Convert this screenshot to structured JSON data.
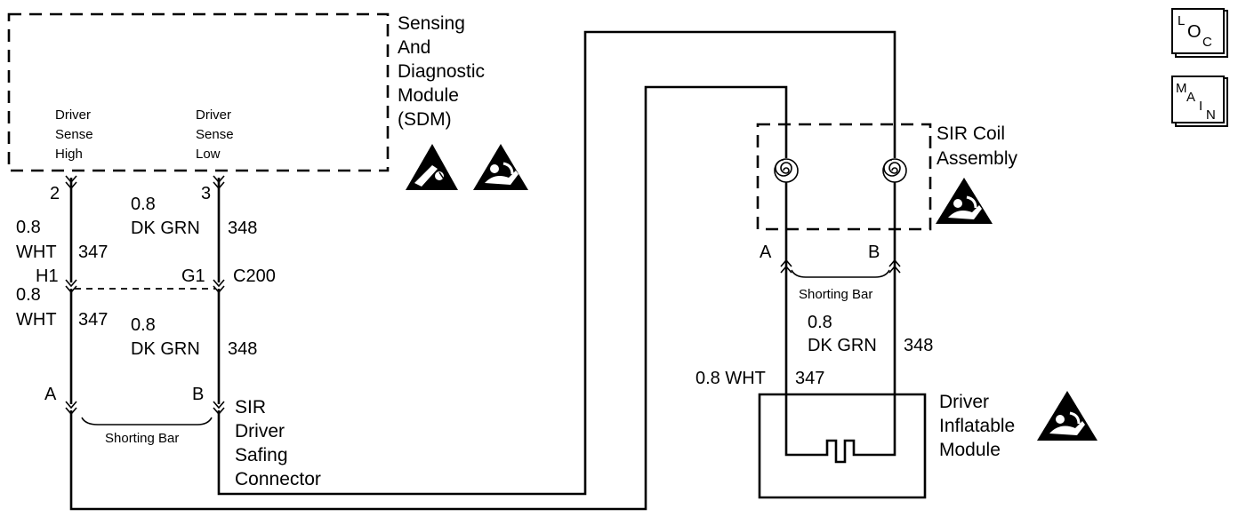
{
  "sdm": {
    "title_lines": [
      "Sensing",
      "And",
      "Diagnostic",
      "Module",
      "(SDM)"
    ],
    "driver_sense_high_lines": [
      "Driver",
      "Sense",
      "High"
    ],
    "driver_sense_low_lines": [
      "Driver",
      "Sense",
      "Low"
    ],
    "pin_high": "2",
    "pin_low": "3"
  },
  "wires": {
    "wht_gauge": "0.8",
    "wht_color": "WHT",
    "wht_circuit": "347",
    "grn_gauge": "0.8",
    "grn_color": "DK GRN",
    "grn_circuit": "348",
    "wht_full": "0.8 WHT"
  },
  "connector_c200": {
    "name": "C200",
    "pin_h": "H1",
    "pin_g": "G1"
  },
  "safing_connector": {
    "pin_a": "A",
    "pin_b": "B",
    "shorting_bar": "Shorting Bar",
    "title_lines": [
      "SIR",
      "Driver",
      "Safing",
      "Connector"
    ]
  },
  "coil": {
    "title_lines": [
      "SIR Coil",
      "Assembly"
    ],
    "pin_a": "A",
    "pin_b": "B",
    "shorting_bar": "Shorting Bar"
  },
  "inflator": {
    "title_lines": [
      "Driver",
      "Inflatable",
      "Module"
    ]
  },
  "side_icons": {
    "loc": [
      "L",
      "O",
      "C"
    ],
    "main": [
      "M",
      "A",
      "I",
      "N"
    ]
  },
  "icon_names": [
    "esd-warning-icon",
    "airbag-warning-icon"
  ],
  "colors": {
    "line": "#000000",
    "background": "#ffffff"
  }
}
